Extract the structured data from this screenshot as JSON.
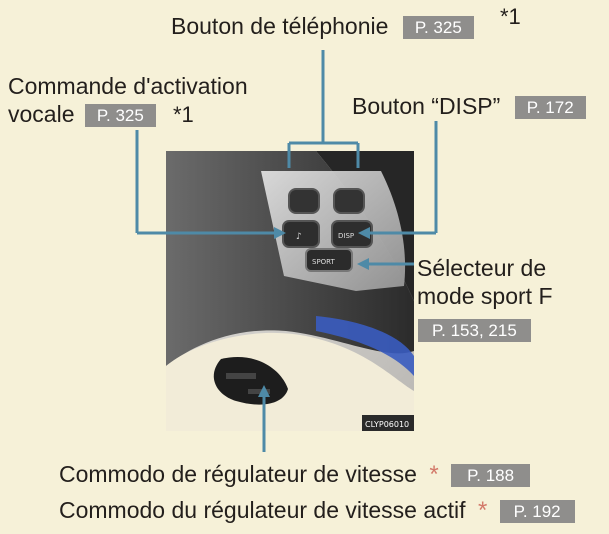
{
  "labels": {
    "phone_button": {
      "text": "Bouton de téléphonie",
      "page": "P. 325",
      "note": "*1"
    },
    "voice_command": {
      "line1": "Commande d'activation",
      "line2": "vocale",
      "page": "P. 325",
      "note": "*1"
    },
    "disp_button": {
      "text": "Bouton “DISP”",
      "page": "P. 172"
    },
    "sport_mode": {
      "line1": "Sélecteur de",
      "line2": "mode sport F",
      "page": "P. 153, 215"
    },
    "cruise_control": {
      "text": "Commodo de régulateur de vitesse",
      "asterisk": "*",
      "page": "P. 188"
    },
    "adaptive_cruise": {
      "text": "Commodo du régulateur de vitesse actif",
      "asterisk": "*",
      "page": "P. 192"
    }
  },
  "photo": {
    "code": "CLYP06010",
    "icons": [
      "phone-icon",
      "voice-icon",
      "disp-icon",
      "sport-icon"
    ]
  },
  "colors": {
    "background": "#f6f1d8",
    "leader": "#4e8aa7",
    "page_ref": "#8f8e8c",
    "asterisk": "#d37a6a"
  }
}
